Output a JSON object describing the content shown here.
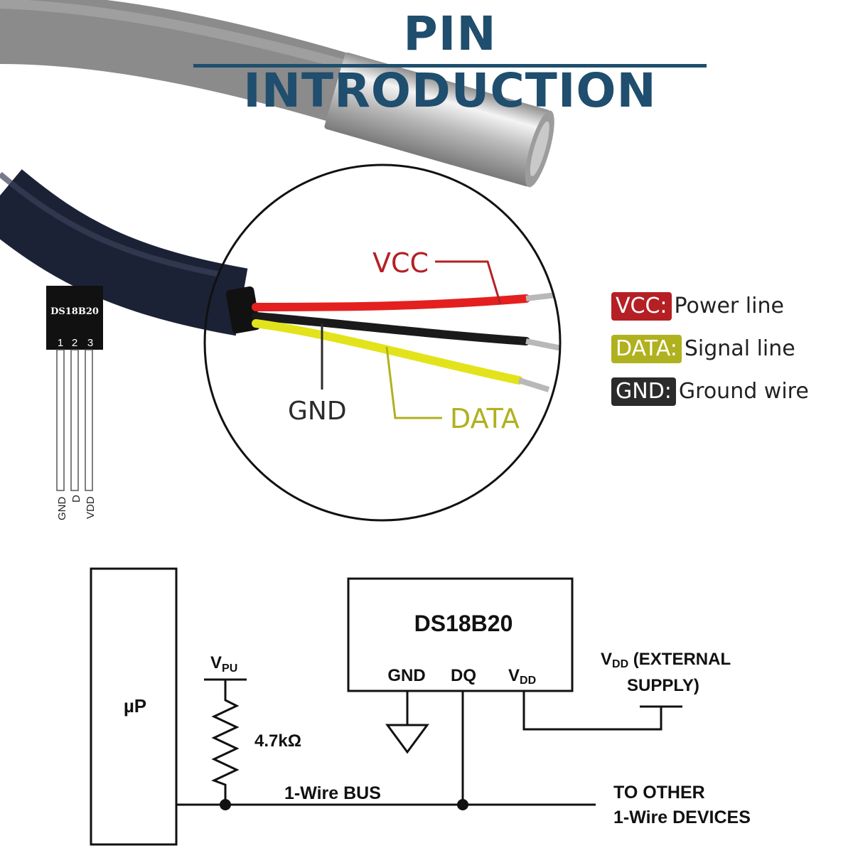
{
  "title": "PIN INTRODUCTION",
  "wire_labels": {
    "vcc": "VCC",
    "gnd": "GND",
    "data": "DATA"
  },
  "legend": [
    {
      "key": "VCC:",
      "desc": "Power line",
      "color": "#b52025"
    },
    {
      "key": "DATA:",
      "desc": "Signal line",
      "color": "#b0b11e"
    },
    {
      "key": "GND:",
      "desc": "Ground wire",
      "color": "#2b2b2b"
    }
  ],
  "package": {
    "name": "DS18B20",
    "pin_numbers": [
      "1",
      "2",
      "3"
    ],
    "pin_names": [
      "GND",
      "D",
      "VDD"
    ]
  },
  "schematic": {
    "mcu": "µP",
    "ic": "DS18B20",
    "ic_pins": {
      "gnd": "GND",
      "dq": "DQ",
      "vdd": "V",
      "vdd_sub": "DD"
    },
    "vpu": "V",
    "vpu_sub": "PU",
    "resistor": "4.7kΩ",
    "bus": "1-Wire BUS",
    "ext_supply_v": "V",
    "ext_supply_sub": "DD",
    "ext_supply_line1": " (EXTERNAL",
    "ext_supply_line2": "SUPPLY)",
    "other_line1": "TO OTHER",
    "other_line2": "1-Wire DEVICES"
  },
  "colors": {
    "title": "#1f4e6e",
    "vcc": "#b52025",
    "data": "#b0b11e",
    "gnd": "#2b2b2b"
  }
}
